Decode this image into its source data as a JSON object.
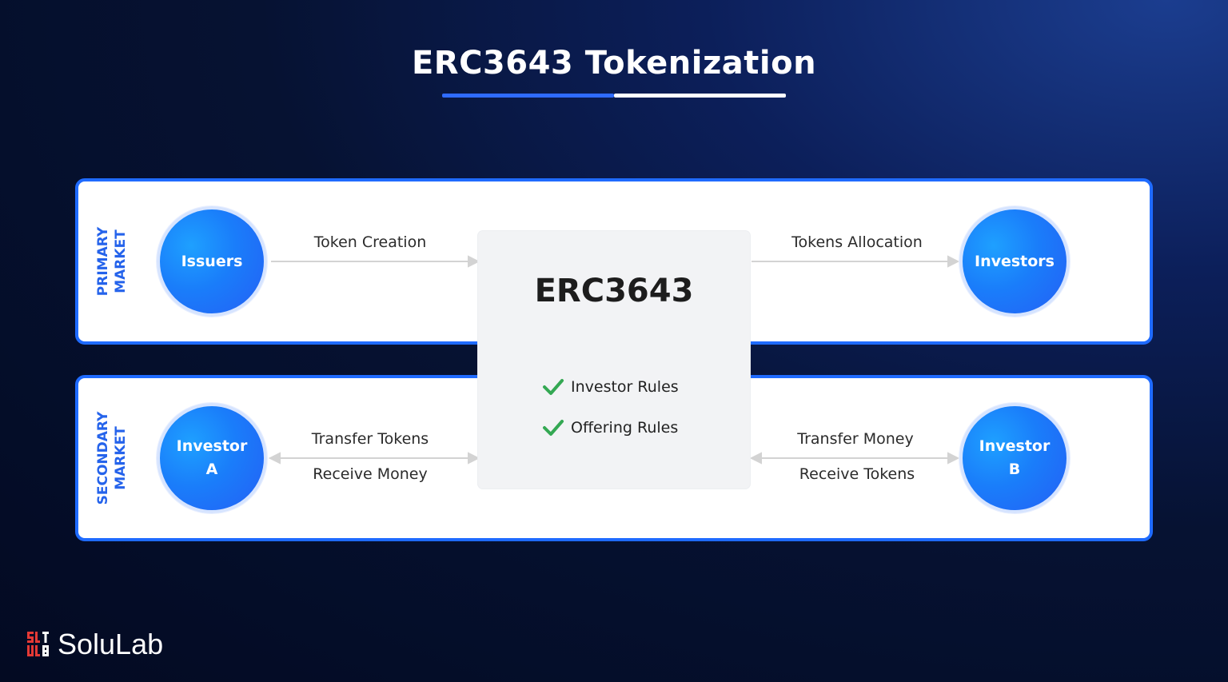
{
  "title": "ERC3643 Tokenization",
  "colors": {
    "accent_blue": "#1f6bff",
    "check_green": "#34a853",
    "background": "#061232"
  },
  "primary": {
    "label_line1": "PRIMARY",
    "label_line2": "MARKET",
    "left_node": "Issuers",
    "right_node": "Investors",
    "left_flow": "Token Creation",
    "right_flow": "Tokens Allocation"
  },
  "secondary": {
    "label_line1": "SECONDARY",
    "label_line2": "MARKET",
    "left_node_line1": "Investor",
    "left_node_line2": "A",
    "right_node_line1": "Investor",
    "right_node_line2": "B",
    "left_flow_top": "Transfer Tokens",
    "left_flow_bottom": "Receive Money",
    "right_flow_top": "Transfer Money",
    "right_flow_bottom": "Receive Tokens"
  },
  "center": {
    "title": "ERC3643",
    "rules": [
      "Investor Rules",
      "Offering Rules"
    ]
  },
  "brand": {
    "name": "SoluLab",
    "icon": "solulab-logo-icon"
  }
}
